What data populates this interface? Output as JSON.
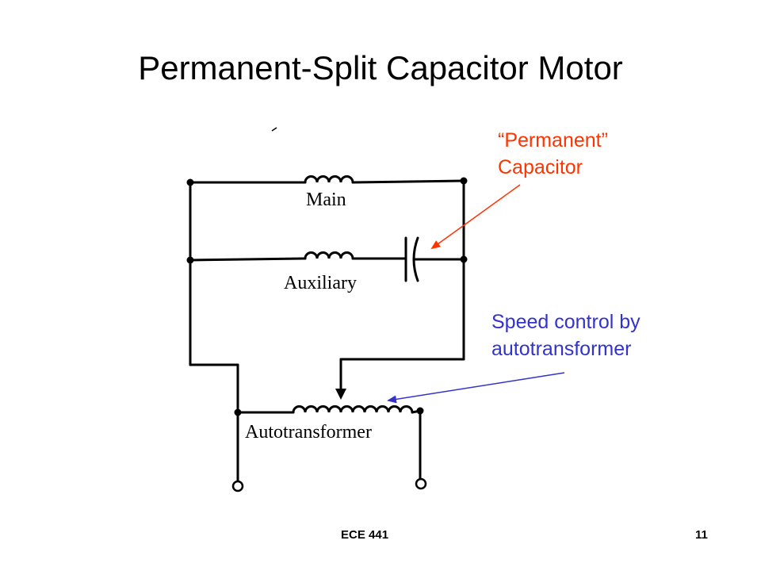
{
  "slide": {
    "title": "Permanent-Split Capacitor Motor",
    "footer": {
      "course": "ECE 441",
      "page": "11"
    }
  },
  "diagram": {
    "components": {
      "main": "Main",
      "auxiliary": "Auxiliary",
      "autotransformer": "Autotransformer"
    }
  },
  "annotations": {
    "capacitor": {
      "line1": "“Permanent”",
      "line2": "Capacitor",
      "color": "#ff3300"
    },
    "speed": {
      "line1": "Speed control by",
      "line2": "autotransformer",
      "color": "#3333cc"
    }
  }
}
